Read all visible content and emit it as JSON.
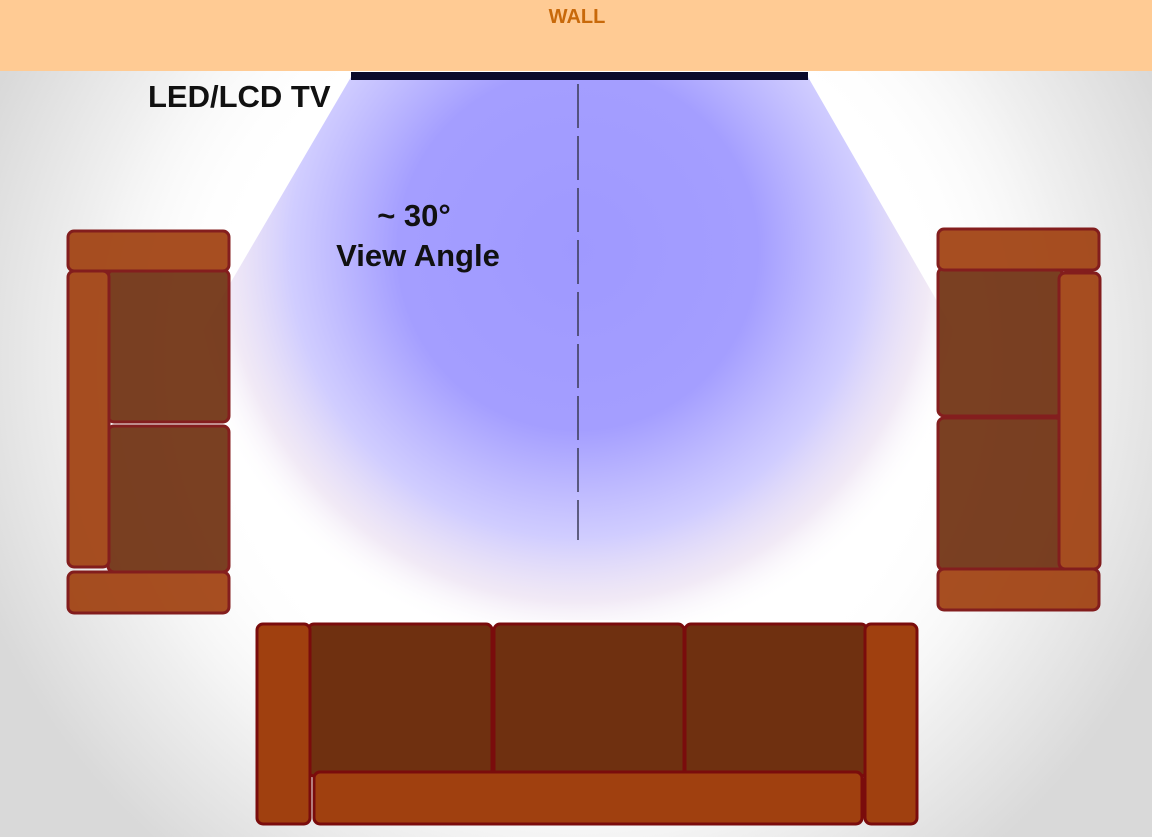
{
  "wall": {
    "label": "WALL"
  },
  "tv": {
    "label": "LED/LCD TV"
  },
  "view_angle": {
    "line1": "~ 30°",
    "line2": "View Angle"
  },
  "colors": {
    "wall": "#ffcb94",
    "wall_text": "#c8690a",
    "viewing_cone": "#a29cff",
    "sofa_frame": "#a0400f",
    "sofa_cushion": "#6f3010",
    "sofa_outline": "#7a0c0c",
    "tv": "#0a0a2a"
  }
}
